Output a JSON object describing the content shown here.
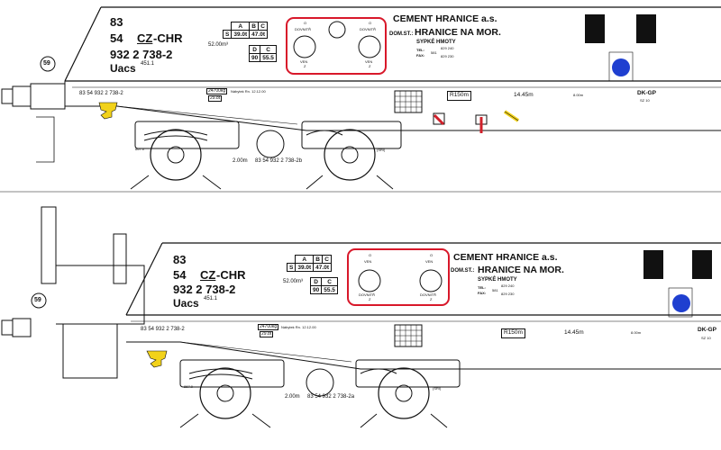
{
  "panels": [
    {
      "id": "top",
      "wagon_number": [
        "83",
        "54",
        "932 2 738-2"
      ],
      "country": "CZ",
      "owner": "-CHR",
      "class": "Uacs",
      "class_sup": "451.1",
      "volume": "52.00m³",
      "load_table": {
        "headers": [
          "A",
          "B",
          "C"
        ],
        "s_label": "S",
        "s_values": [
          "39.0t",
          "47.0t"
        ],
        "d_label": "D",
        "c_label": "C",
        "d_values": [
          "90",
          "55.5"
        ]
      },
      "valve_labels_top": [
        "DOVNITŘ",
        "DOVNITŘ"
      ],
      "valve_labels_bottom": [
        "VEN",
        "VEN"
      ],
      "valve_o": "O",
      "valve_z": "Z",
      "company": "CEMENT HRANICE  a.s.",
      "dom_label": "DOM.ST.:",
      "dom_city": "HRANICE NA MOR.",
      "cargo": "SYPKÉ HMOTY",
      "tel_label": "TEL:",
      "fax_label": "FAX:",
      "phone_prefix": "581",
      "tel": "829 240",
      "fax": "829 230",
      "frame_number": "83 54 932 2 738-2",
      "frame_number_bottom": "83 54 932 2 738-2b",
      "weight_top": "24700kg",
      "weight_bottom": "29.8t",
      "revision": "Nábytek Rn. 12.12.00",
      "radius": "R150m",
      "length": "14.45m",
      "axle_dist": "8.00m",
      "bogie_dist": "2.00m",
      "brake": "DK-GP",
      "brake_sub": "SZ 10",
      "dim_left": "867.0",
      "dim_right": "(SRI)",
      "rev_circle": "59"
    },
    {
      "id": "bottom",
      "wagon_number": [
        "83",
        "54",
        "932 2 738-2"
      ],
      "country": "CZ",
      "owner": "-CHR",
      "class": "Uacs",
      "class_sup": "451.1",
      "volume": "52.00m³",
      "load_table": {
        "headers": [
          "A",
          "B",
          "C"
        ],
        "s_label": "S",
        "s_values": [
          "39.0t",
          "47.0t"
        ],
        "d_label": "D",
        "c_label": "C",
        "d_values": [
          "90",
          "55.5"
        ]
      },
      "valve_labels_top": [
        "VEN",
        "VEN"
      ],
      "valve_labels_bottom": [
        "DOVNITŘ",
        "DOVNITŘ"
      ],
      "valve_o": "O",
      "valve_z": "Z",
      "company": "CEMENT HRANICE  a.s.",
      "dom_label": "DOM.ST.:",
      "dom_city": "HRANICE NA MOR.",
      "cargo": "SYPKÉ HMOTY",
      "tel_label": "TEL:",
      "fax_label": "FAX:",
      "phone_prefix": "581",
      "tel": "829 240",
      "fax": "829 230",
      "frame_number": "83 54 932 2 738-2",
      "frame_number_bottom": "83 54 932 2 738-2a",
      "weight_top": "24700kg",
      "weight_bottom": "29.8t",
      "revision": "Nábytek Rn. 12.12.00",
      "radius": "R150m",
      "length": "14.45m",
      "axle_dist": "8.00m",
      "bogie_dist": "2.00m",
      "brake": "DK-GP",
      "brake_sub": "SZ 10",
      "dim_left": "867.0",
      "dim_right": "(SRI)",
      "rev_circle": "59"
    }
  ],
  "colors": {
    "outline": "#111111",
    "valve_frame": "#d8182a",
    "blue_lamp": "#1f3fd0",
    "yellow_hook": "#f2d21a",
    "red_marker": "#d0202a"
  }
}
